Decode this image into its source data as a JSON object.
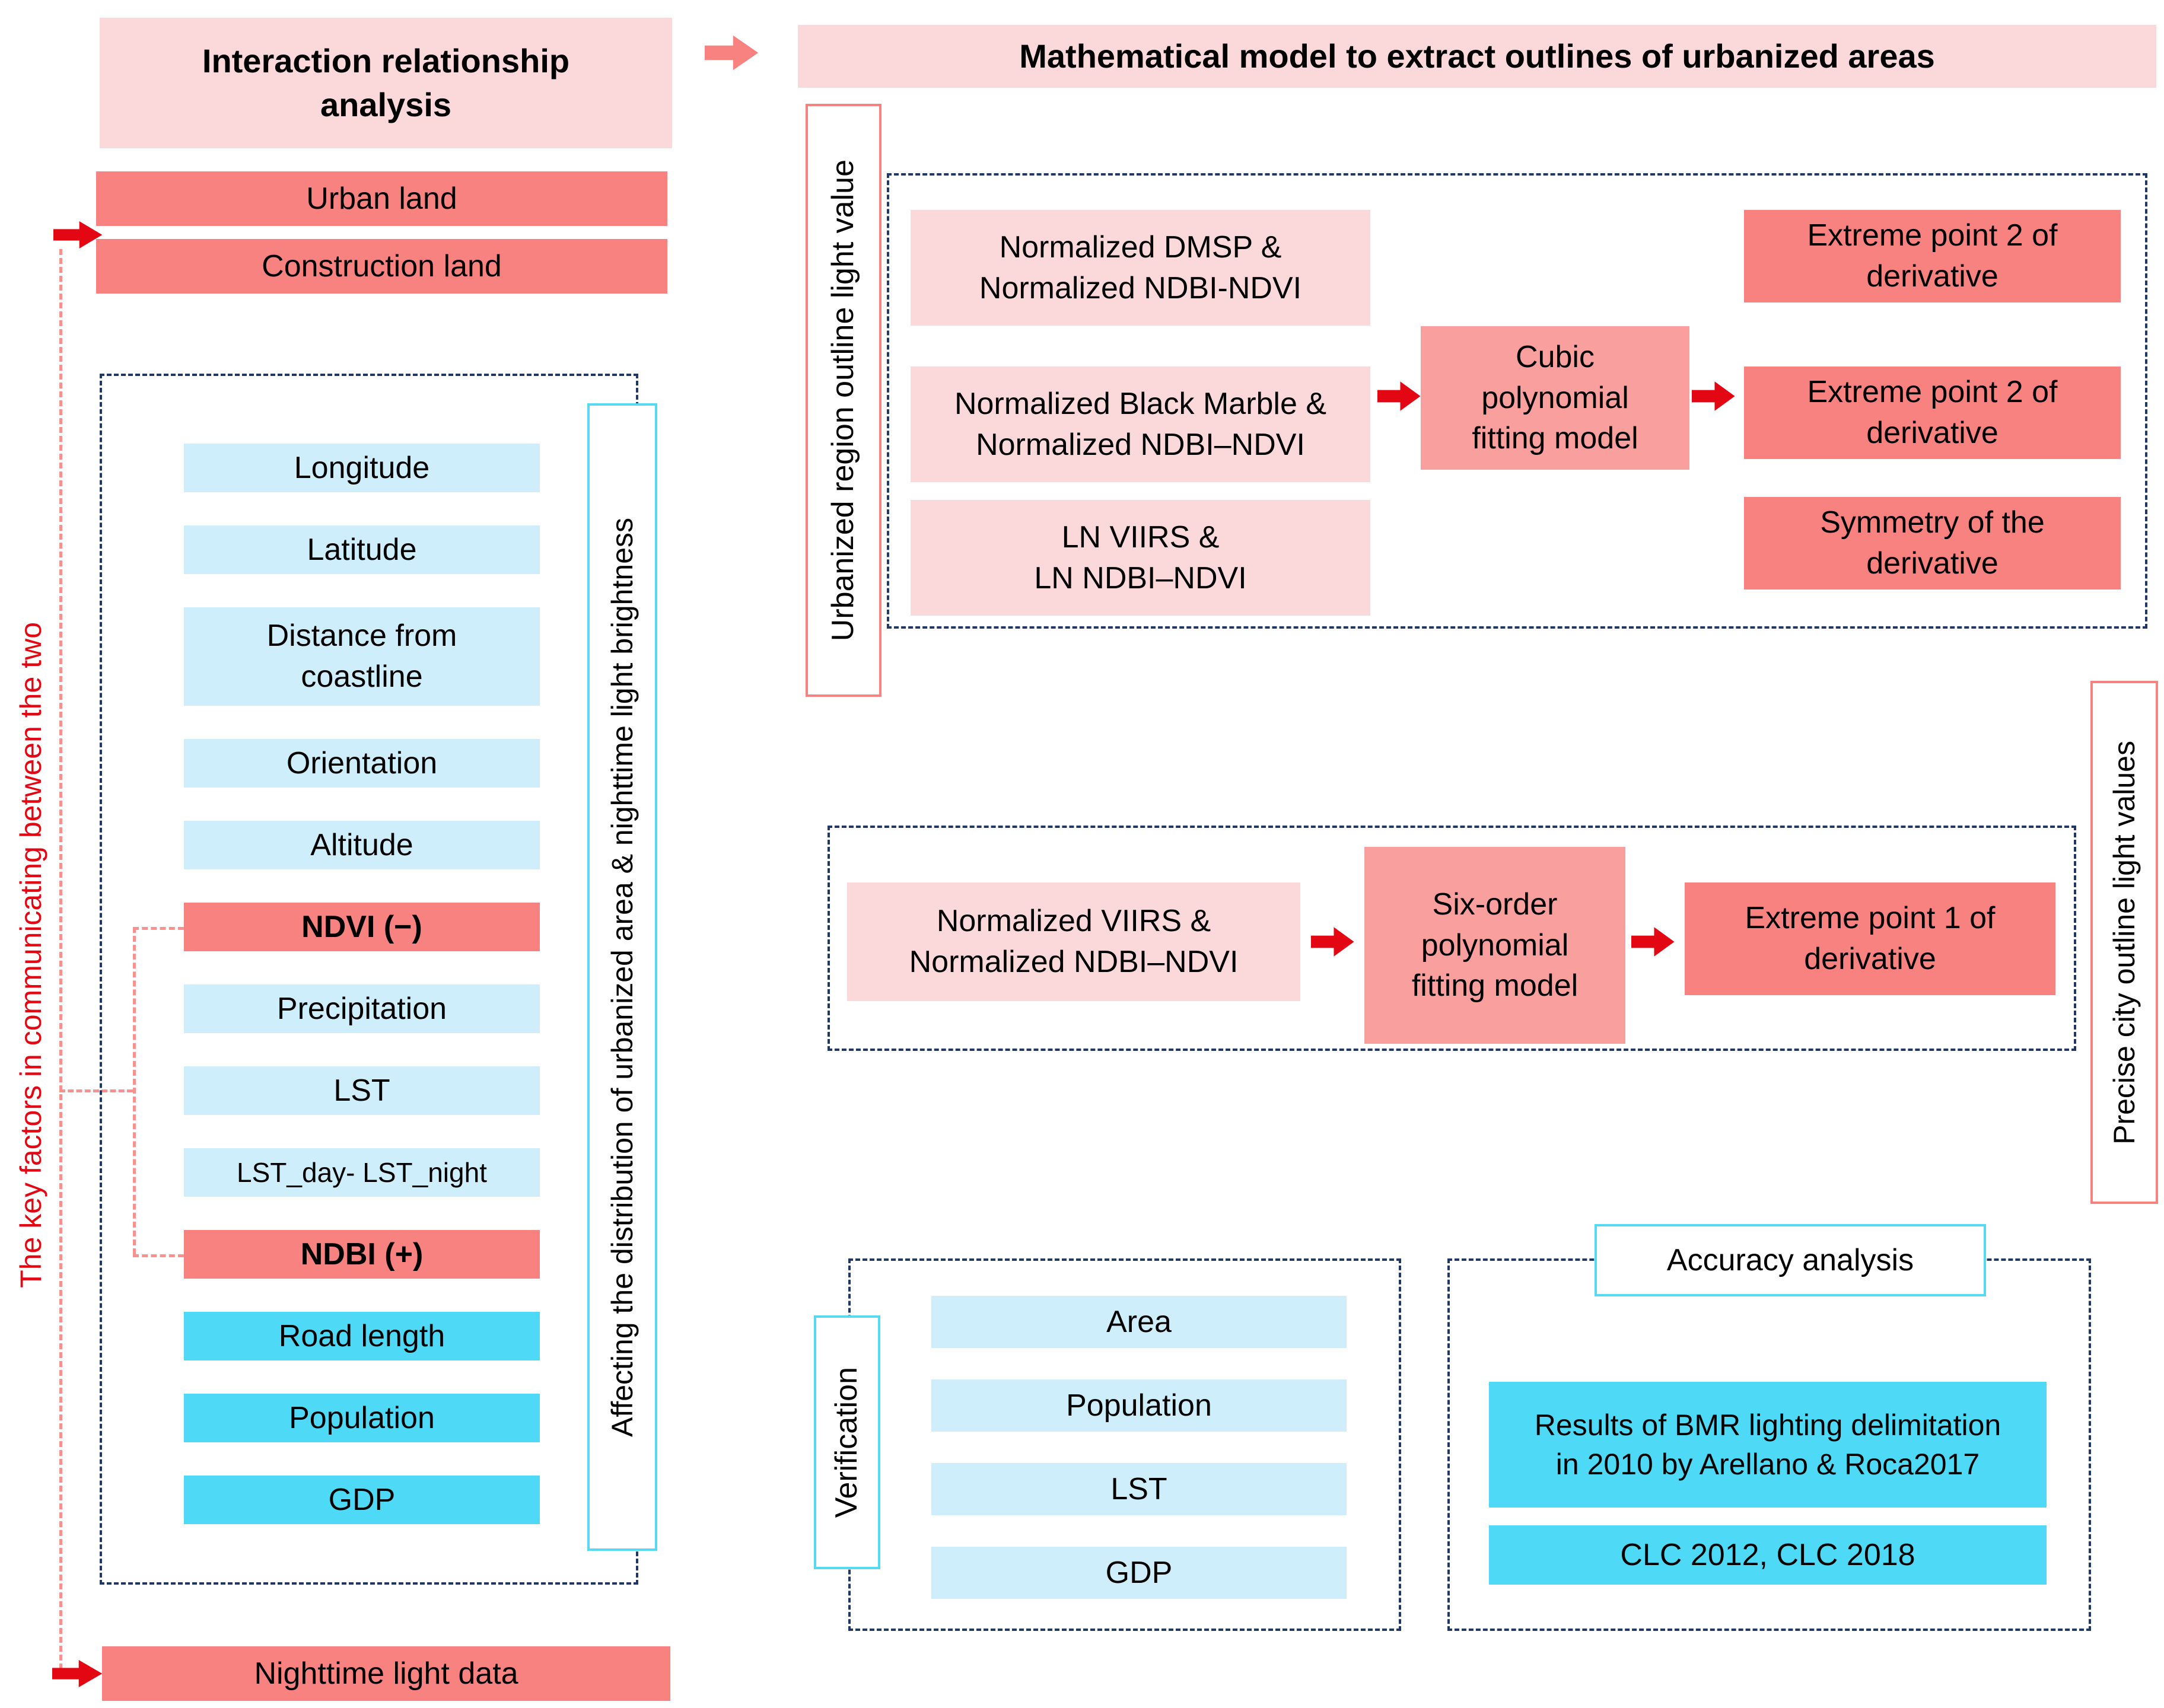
{
  "left": {
    "header": "Interaction relationship\nanalysis",
    "urban_land": "Urban land",
    "construction_land": "Construction land",
    "factors": [
      "Longitude",
      "Latitude",
      "Distance from\ncoastline",
      "Orientation",
      "Altitude",
      "NDVI (−)",
      "Precipitation",
      "LST",
      "LST_day- LST_night",
      "NDBI (+)",
      "Road length",
      "Population",
      "GDP"
    ],
    "affecting_label": "Affecting the distribution of urbanized area & nighttime light brightness",
    "key_factors_label": "The key factors in communicating between the two",
    "nighttime": "Nighttime light data"
  },
  "right": {
    "header": "Mathematical model to extract outlines of urbanized areas",
    "urbanized_label": "Urbanized region outline light value",
    "inputs": [
      "Normalized DMSP &\nNormalized NDBI-NDVI",
      "Normalized Black Marble &\nNormalized NDBI–NDVI",
      "LN VIIRS &\nLN NDBI–NDVI"
    ],
    "cubic_model": "Cubic\npolynomial\nfitting model",
    "outputs": [
      "Extreme point 2 of\nderivative",
      "Extreme point 2 of\nderivative",
      "Symmetry of the\nderivative"
    ],
    "middle": {
      "input": "Normalized VIIRS &\nNormalized NDBI–NDVI",
      "model": "Six-order\npolynomial\nfitting model",
      "output": "Extreme point 1 of\nderivative"
    },
    "precise_label": "Precise city outline light values",
    "verification": {
      "label": "Verification",
      "items": [
        "Area",
        "Population",
        "LST",
        "GDP"
      ]
    },
    "accuracy": {
      "label": "Accuracy analysis",
      "items": [
        "Results of BMR lighting delimitation\nin 2010 by Arellano & Roca2017",
        "CLC 2012, CLC 2018"
      ]
    }
  },
  "colors": {
    "light_pink": "#fbd9da",
    "salmon": "#f8827f",
    "mid_salmon": "#f9a09e",
    "light_blue": "#cfeefb",
    "cyan": "#4ed9f7",
    "arrow_red": "#e30613",
    "dashed_navy": "#1f3864",
    "dashed_pink": "#f9918f",
    "cyan_border": "#56d9f3",
    "red_text": "#e30613"
  }
}
